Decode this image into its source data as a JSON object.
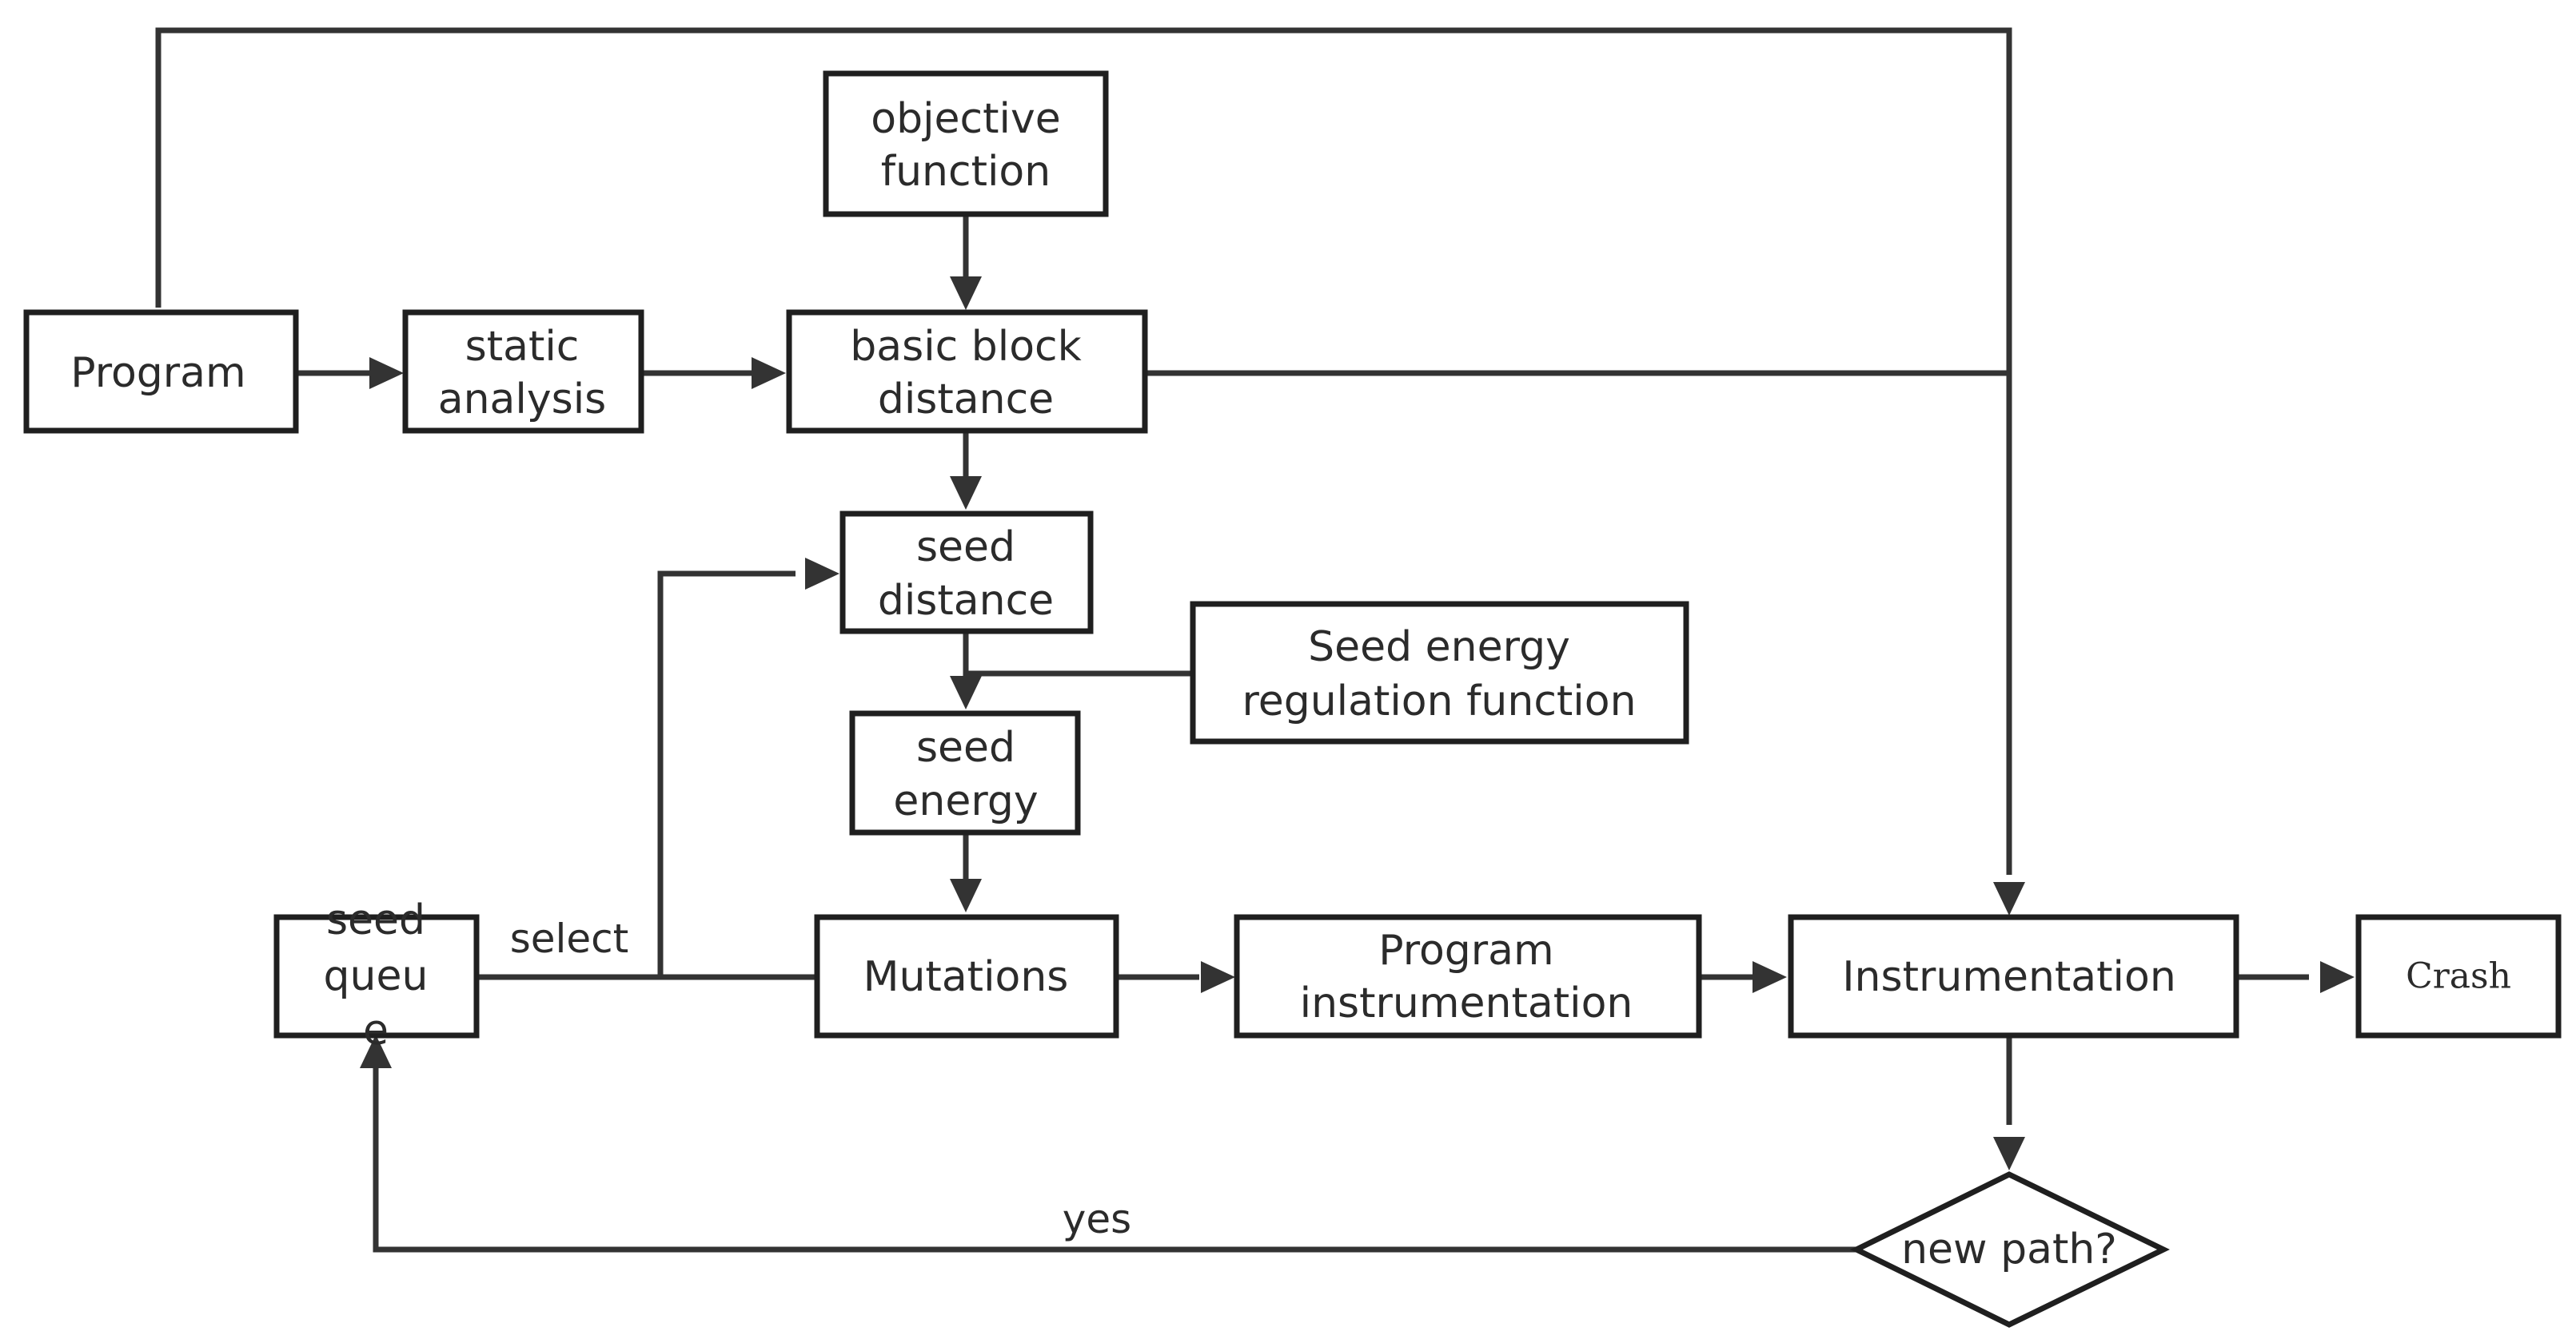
{
  "nodes": {
    "program": "Program",
    "static_analysis": [
      "static",
      "analysis"
    ],
    "objective_function": [
      "objective",
      "function"
    ],
    "basic_block_distance": [
      "basic block",
      "distance"
    ],
    "seed_distance": [
      "seed",
      "distance"
    ],
    "seed_energy_regulation": [
      "Seed energy",
      "regulation function"
    ],
    "seed_energy": [
      "seed",
      "energy"
    ],
    "seed_queue": [
      "seed",
      "queu",
      "e"
    ],
    "mutations": "Mutations",
    "program_instrumentation": [
      "Program",
      "instrumentation"
    ],
    "instrumentation": "Instrumentation",
    "crash": "Crash",
    "new_path": "new path?"
  },
  "edge_labels": {
    "select": "select",
    "yes": "yes"
  }
}
